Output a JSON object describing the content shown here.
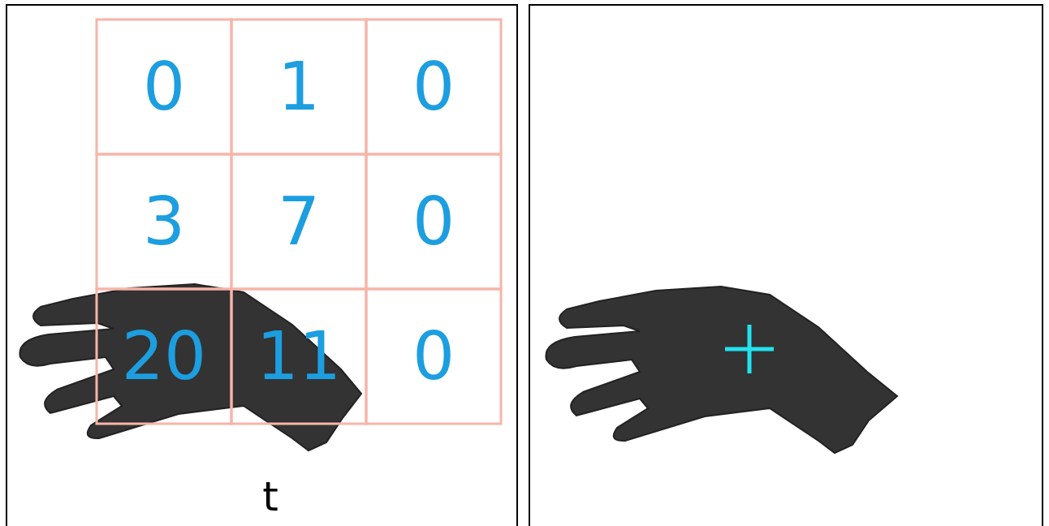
{
  "diagram": {
    "labels": [
      "0",
      "1",
      "0",
      "3",
      "7",
      "0",
      "20",
      "11",
      "0",
      "t"
    ]
  }
}
